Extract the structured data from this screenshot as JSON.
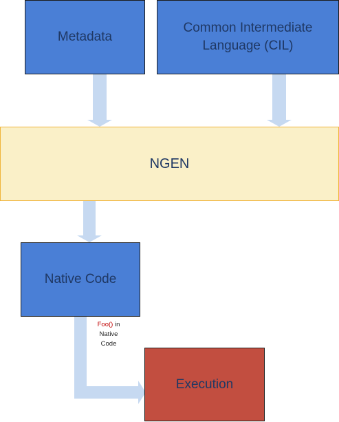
{
  "nodes": {
    "metadata": "Metadata",
    "cil_line1": "Common Intermediate",
    "cil_line2": "Language (CIL)",
    "ngen": "NGEN",
    "native_code": "Native Code",
    "execution": "Execution"
  },
  "annotation": {
    "function": "Foo()",
    "suffix": " in",
    "line2": "Native",
    "line3": "Code"
  },
  "colors": {
    "node_blue": "#4a7fd6",
    "ngen_fill": "#faf0c8",
    "ngen_border": "#f0b43a",
    "execution_red": "#c24e40",
    "arrow": "#c6d9f1",
    "text": "#1f3864",
    "function_red": "#c00000"
  }
}
